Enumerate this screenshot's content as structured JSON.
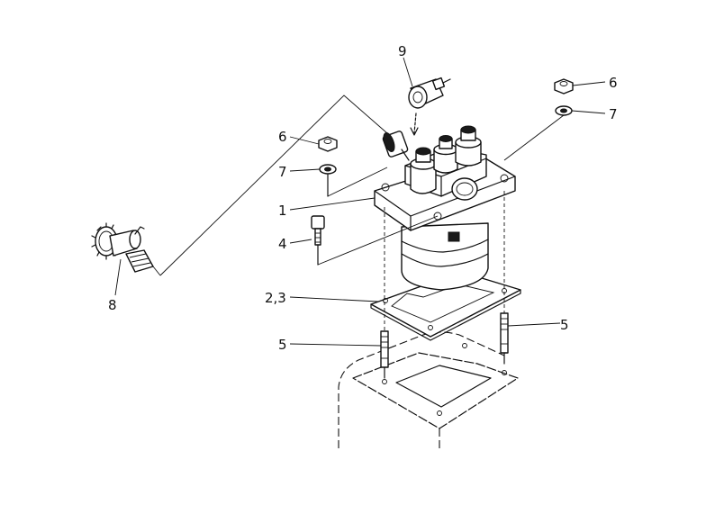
{
  "callouts": [
    {
      "id": "9",
      "text": "9"
    },
    {
      "id": "6a",
      "text": "6"
    },
    {
      "id": "7a",
      "text": "7"
    },
    {
      "id": "6b",
      "text": "6"
    },
    {
      "id": "7b",
      "text": "7"
    },
    {
      "id": "1",
      "text": "1"
    },
    {
      "id": "4",
      "text": "4"
    },
    {
      "id": "8",
      "text": "8"
    },
    {
      "id": "23",
      "text": "2,3"
    },
    {
      "id": "5a",
      "text": "5"
    },
    {
      "id": "5b",
      "text": "5"
    }
  ]
}
